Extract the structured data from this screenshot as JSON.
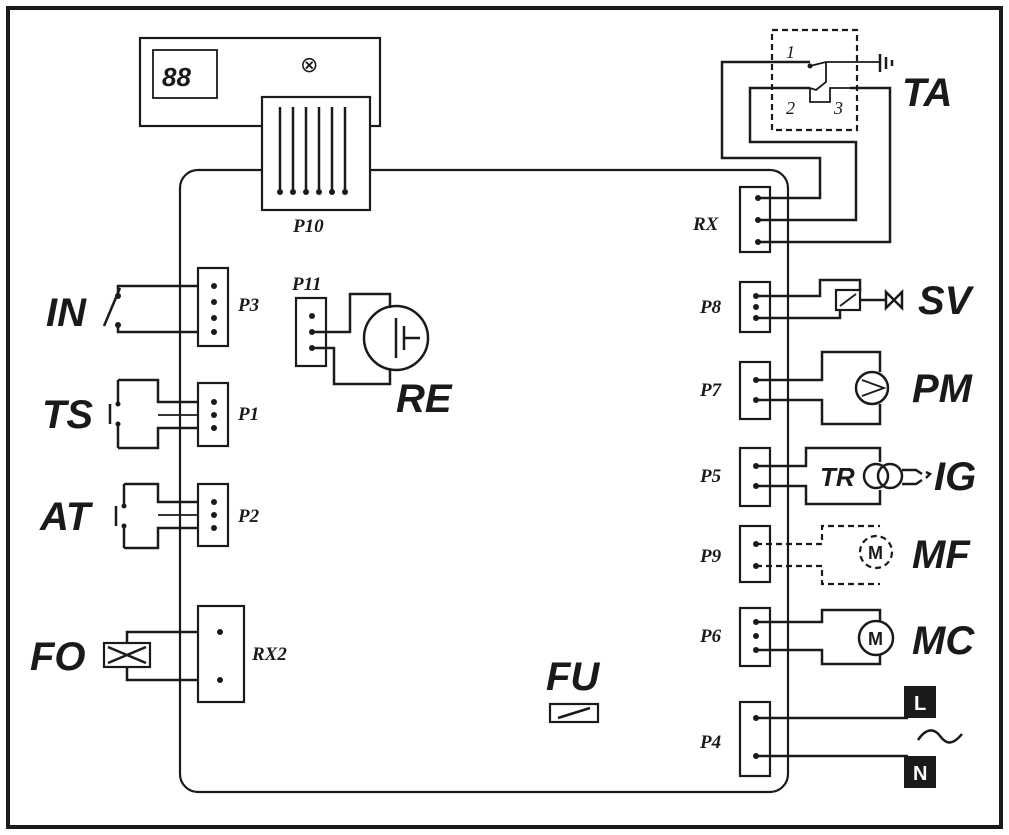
{
  "connectors": {
    "p10": "P10",
    "p11": "P11",
    "p3": "P3",
    "p1": "P1",
    "p2": "P2",
    "rx2": "RX2",
    "rx": "RX",
    "p8": "P8",
    "p7": "P7",
    "p5": "P5",
    "p9": "P9",
    "p6": "P6",
    "p4": "P4"
  },
  "components": {
    "ta": "TA",
    "in": "IN",
    "ts": "TS",
    "at": "AT",
    "fo": "FO",
    "re": "RE",
    "fu": "FU",
    "sv": "SV",
    "pm": "PM",
    "tr": "TR",
    "ig": "IG",
    "mf": "MF",
    "mc": "MC"
  },
  "display": {
    "digits": "88",
    "indicator_glyph": "⊗"
  },
  "thermostat_terminals": {
    "t1": "1",
    "t2": "2",
    "t3": "3"
  },
  "motor_glyph": "M",
  "power": {
    "line": "L",
    "neutral": "N",
    "ac_glyph": "~"
  },
  "colors": {
    "ink": "#1a1a1a",
    "background": "#ffffff"
  }
}
